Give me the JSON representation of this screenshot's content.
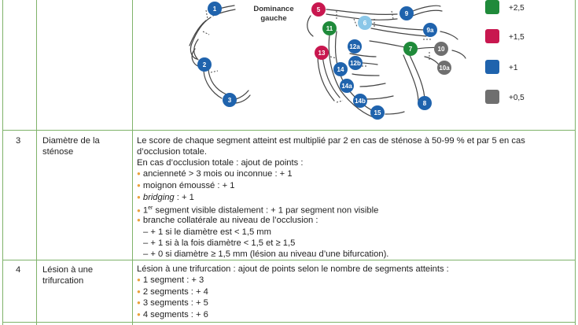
{
  "diagram": {
    "title_line1": "Dominance",
    "title_line2": "gauche",
    "left_segments": [
      "1",
      "2",
      "3"
    ],
    "right_segments": [
      "5",
      "6",
      "9",
      "11",
      "9a",
      "12a",
      "7",
      "10",
      "13",
      "12b",
      "10a",
      "14",
      "14a",
      "14b",
      "8",
      "15"
    ],
    "colors": {
      "green": "#1f8a3a",
      "red": "#c8174f",
      "blue": "#1f63ad",
      "gray": "#6f6f6f",
      "lightblue": "#8bc7e8"
    }
  },
  "legend": [
    {
      "color": "#1f8a3a",
      "value": "+2,5"
    },
    {
      "color": "#c8174f",
      "value": "+1,5"
    },
    {
      "color": "#1f63ad",
      "value": "+1"
    },
    {
      "color": "#6f6f6f",
      "value": "+0,5"
    }
  ],
  "rows": [
    {
      "number": "3",
      "label_line1": "Diamètre de la",
      "label_line2": "sténose",
      "text_line1": "Le score de chaque segment atteint est multiplié par 2 en cas de sténose à 50-99 % et par 5 en cas",
      "text_line2": "d’occlusion totale.",
      "intro": "En cas d’occlusion totale : ajout de points :",
      "bullet1": "ancienneté > 3 mois ou inconnue : + 1",
      "bullet2": "moignon émoussé : + 1",
      "bullet3_italic": "bridging",
      "bullet3_rest": " : + 1",
      "bullet4_prefix": "1",
      "bullet4_sup": "er",
      "bullet4_rest": " segment visible distalement : + 1 par segment non visible",
      "bullet5": "branche collatérale au niveau de l’occlusion :",
      "sub1": "– + 1 si le diamètre est < 1,5 mm",
      "sub2": "– + 1 si à la fois diamètre < 1,5 et ≥ 1,5",
      "sub3": "– + 0 si diamètre ≥ 1,5 mm (lésion au niveau d’une bifurcation)."
    },
    {
      "number": "4",
      "label_line1": "Lésion à une",
      "label_line2": "trifurcation",
      "intro": "Lésion à une trifurcation : ajout de points selon le nombre de segments atteints :",
      "bullet1": "1 segment : + 3",
      "bullet2": "2 segments : + 4",
      "bullet3": "3 segments : + 5",
      "bullet4": "4 segments : + 6"
    }
  ]
}
